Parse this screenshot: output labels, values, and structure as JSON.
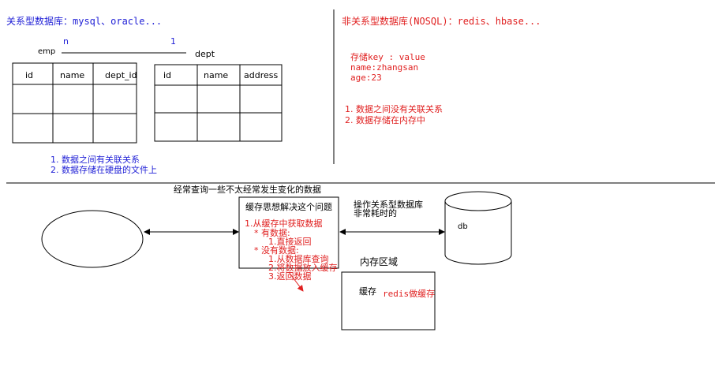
{
  "colors": {
    "ink": "#000000",
    "blue": "#1f1fd6",
    "red": "#e02020",
    "grid": "#555555"
  },
  "relational": {
    "title": "关系型数据库：mysql、oracle...",
    "rel_many": "n",
    "rel_one": "1",
    "emp_label": "emp",
    "dept_label": "dept",
    "emp_columns": [
      "id",
      "name",
      "dept_id"
    ],
    "dept_columns": [
      "id",
      "name",
      "address"
    ],
    "notes": [
      "1.  数据之间有关联关系",
      "2.  数据存储在硬盘的文件上"
    ]
  },
  "nosql": {
    "title": "非关系型数据库(NOSQL)：redis、hbase...",
    "kv_lines": [
      "存储key : value",
      "name:zhangsan",
      "age:23"
    ],
    "notes": [
      "1.  数据之间没有关联关系",
      "2.  数据存储在内存中"
    ]
  },
  "cache_flow": {
    "header": "经常查询一些不太经常发生变化的数据",
    "box_title": "缓存思想解决这个问题",
    "steps": [
      "1.从缓存中获取数据",
      "* 有数据:",
      "1.直接返回",
      "* 没有数据:",
      "1.从数据库查询",
      "2.将数据放入缓存",
      "3.返回数据"
    ],
    "db_note_line1": "操作关系型数据库",
    "db_note_line2": "非常耗时的",
    "db_label": "db",
    "memory_area": "内存区域",
    "cache_label": "缓存",
    "redis_label": "redis做缓存"
  }
}
